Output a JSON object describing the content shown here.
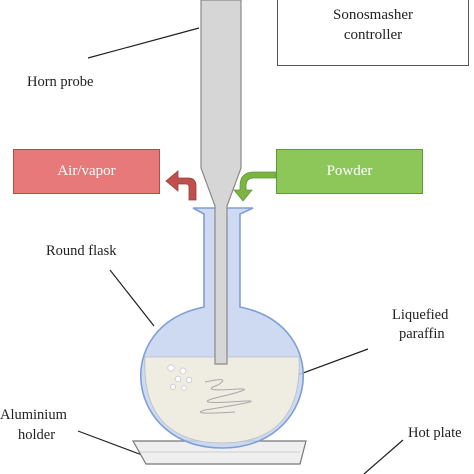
{
  "controller": {
    "line1": "Sonosmasher",
    "line2": "controller"
  },
  "labels": {
    "horn_probe": "Horn probe",
    "round_flask": "Round flask",
    "liquefied_line1": "Liquefied",
    "liquefied_line2": "paraffin",
    "aluminium_line1": "Aluminium",
    "aluminium_line2": "holder",
    "hot_plate": "Hot plate"
  },
  "boxes": {
    "air_vapor": "Air/vapor",
    "powder": "Powder"
  },
  "colors": {
    "air_box_fill": "#e8797a",
    "air_box_border": "#b84a4a",
    "air_arrow": "#c0504d",
    "powder_box_fill": "#8dc75a",
    "powder_box_border": "#5e9a35",
    "powder_arrow": "#7cb342",
    "flask_glass": "#c4d3ee",
    "flask_outline": "#7f9fd4",
    "paraffin": "#efece2",
    "probe": "#d6d6d6"
  }
}
